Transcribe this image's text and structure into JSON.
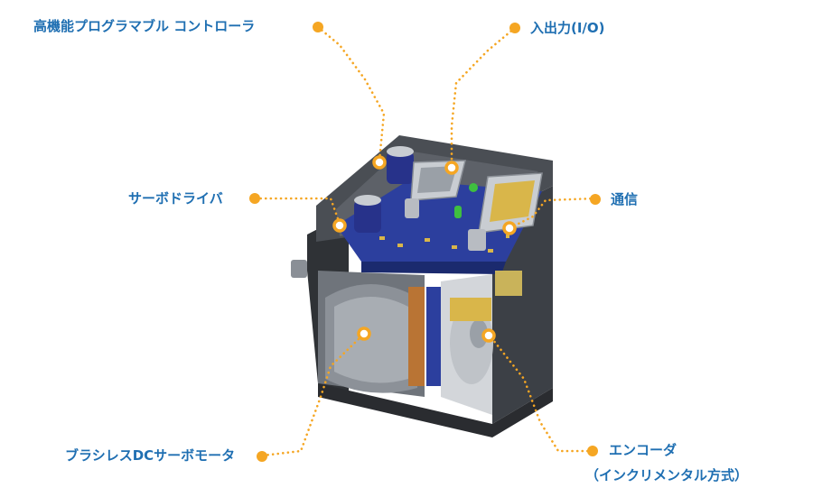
{
  "labels": {
    "controller": "高機能プログラマブル コントローラ",
    "io": "入出力(I/O)",
    "servo_driver": "サーボドライバ",
    "communication": "通信",
    "motor": "ブラシレスDCサーボモータ",
    "encoder_line1": "エンコーダ",
    "encoder_line2": "（インクリメンタル方式）"
  },
  "colors": {
    "label_text": "#1f6fb2",
    "accent": "#f5a623",
    "housing_dark": "#3a3d42",
    "housing_mid": "#5a5e64",
    "pcb_blue": "#2c3f9e",
    "capacitor_blue": "#27328a",
    "connector_silver": "#c9cdd2",
    "connector_gold": "#d9b64a",
    "led_green": "#3fbf3f"
  }
}
